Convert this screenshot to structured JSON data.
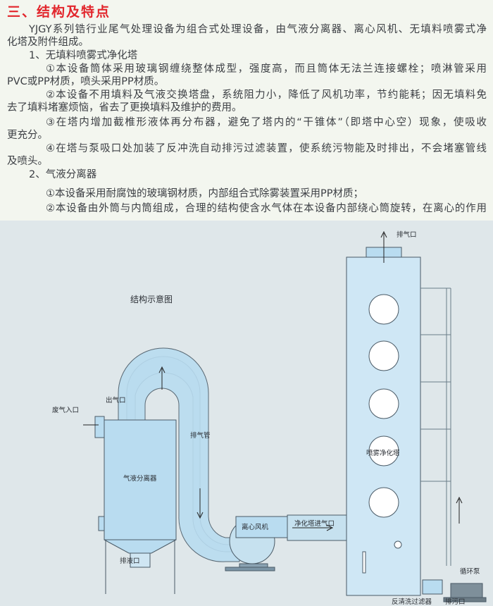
{
  "section_title": "三、结构及特点",
  "paragraphs": {
    "intro_1": "YJGY系列锆行业尾气处理设备为组合式处理设备，由气液分离器、离心风机、无填料喷雾式净",
    "intro_2": "化塔及附件组成。",
    "h1": "1、无填料喷雾式净化塔",
    "p1_1": "①本设备筒体采用玻璃钢缠绕整体成型，强度高，而且筒体无法兰连接螺栓；喷淋管采用",
    "p1_2": "PVC或PP材质，喷头采用PP材质。",
    "p2_1": "②本设备不用填料及气液交换塔盘，系统阻力小，降低了风机功率，节约能耗；因无填料免",
    "p2_2": "去了填料堵塞烦恼，省去了更换填料及维护的费用。",
    "p3_1": "③在塔内增加截椎形液体再分布器，避免了塔内的“干锥体”（即塔中心空）现象，使吸收",
    "p3_2": "更充分。",
    "p4_1": "④在塔与泵吸口处加装了反冲洗自动排污过滤装置，使系统污物能及时排出，不会堵塞管线",
    "p4_2": "及喷头。",
    "h2": "2、气液分离器",
    "s1": "①本设备采用耐腐蚀的玻璃钢材质，内部组合式除雾装置采用PP材质；",
    "s2": "②本设备由外筒与内筒组成，合理的结构使含水气体在本设备内部绕心筒旋转，在离心的作用"
  },
  "diagram": {
    "title": "结构示意图",
    "labels": {
      "outlet": "出气口",
      "waste_inlet": "废气入口",
      "exhaust_pipe": "排气管",
      "separator": "气液分离器",
      "drain": "排液口",
      "fan": "离心风机",
      "tower_inlet": "净化塔进气口",
      "tower": "喷雾净化塔",
      "tower_exhaust": "排气口",
      "pump": "循环泵",
      "backwash_filter": "反清洗过滤器",
      "sewage": "排污口"
    }
  },
  "colors": {
    "title": "#e2262c",
    "equipment": "#b9dcf0",
    "diagram_bg": "#dfe7ea"
  }
}
